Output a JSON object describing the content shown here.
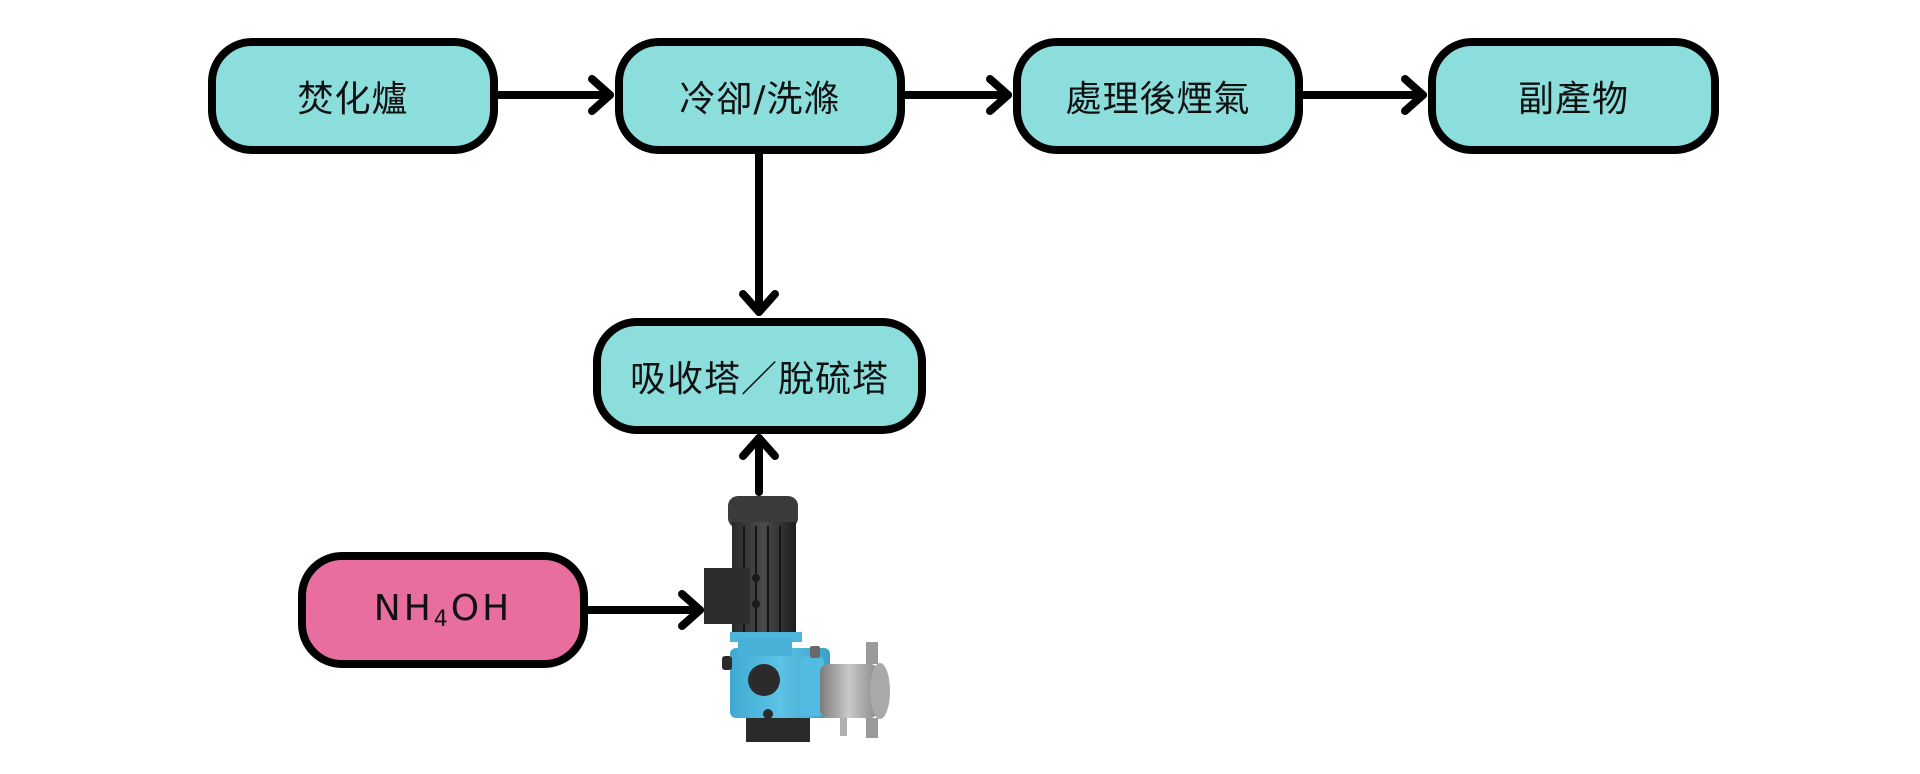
{
  "diagram": {
    "title": "",
    "colors": {
      "process_node": "#8bdedc",
      "reagent_node": "#e86ea0",
      "stroke": "#000000"
    },
    "nodes": [
      {
        "id": "incinerator",
        "label": "焚化爐"
      },
      {
        "id": "cooling",
        "label": "冷卻/洗滌"
      },
      {
        "id": "treated-gas",
        "label": "處理後煙氣"
      },
      {
        "id": "byproduct",
        "label": "副產物"
      },
      {
        "id": "absorber",
        "label": "吸收塔／脫硫塔"
      },
      {
        "id": "reagent",
        "label_main": "NH",
        "label_sub": "4",
        "label_tail": "OH"
      }
    ],
    "pump": {
      "icon": "metering-pump-icon"
    },
    "edges": [
      {
        "from": "incinerator",
        "to": "cooling"
      },
      {
        "from": "cooling",
        "to": "treated-gas"
      },
      {
        "from": "treated-gas",
        "to": "byproduct"
      },
      {
        "from": "cooling",
        "to": "absorber"
      },
      {
        "from": "reagent",
        "to": "pump"
      },
      {
        "from": "pump",
        "to": "absorber"
      }
    ]
  }
}
